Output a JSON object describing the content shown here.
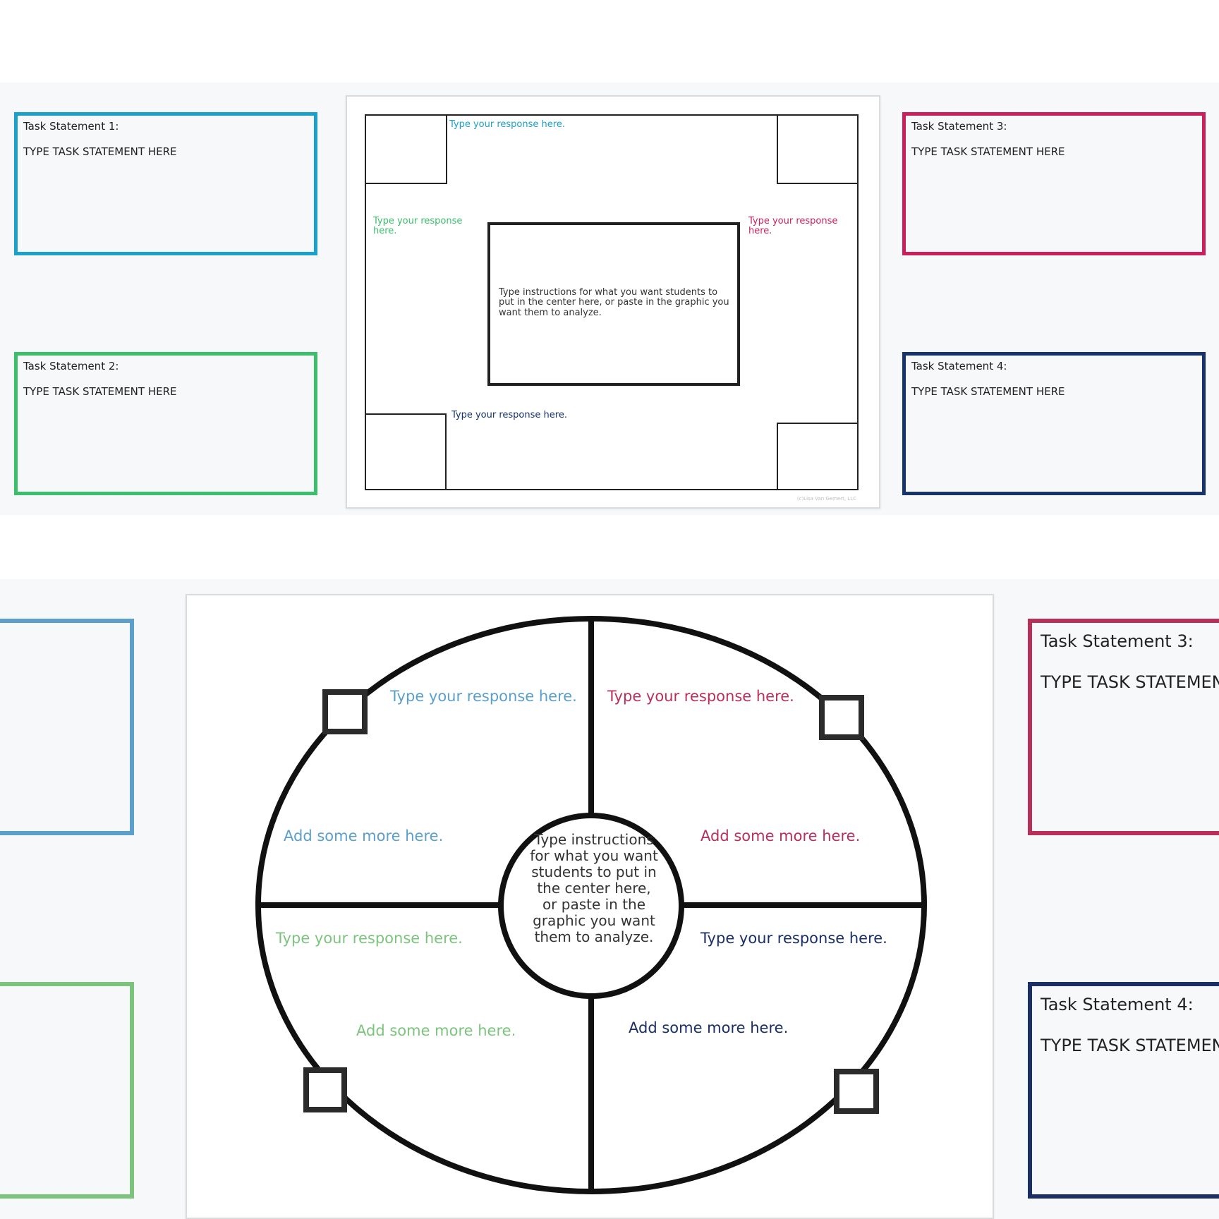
{
  "colors": {
    "blue": "#1aa0c9",
    "green": "#3bbf6a",
    "red": "#cc1f5a",
    "navy": "#16336b",
    "blue_soft": "#5b9fcb",
    "green_soft": "#7cc47e",
    "red_soft": "#b8305a",
    "navy_soft": "#1a2f66"
  },
  "top": {
    "tasks": [
      {
        "title": "Task Statement 1:",
        "body": "TYPE TASK STATEMENT HERE"
      },
      {
        "title": "Task Statement 2:",
        "body": "TYPE TASK STATEMENT HERE"
      },
      {
        "title": "Task Statement 3:",
        "body": "TYPE TASK STATEMENT HERE"
      },
      {
        "title": "Task Statement 4:",
        "body": "TYPE TASK STATEMENT HERE"
      }
    ],
    "worksheet": {
      "response_top": "Type your response here.",
      "response_left": "Type your response here.",
      "response_right": "Type your response here.",
      "response_bottom": "Type your response here.",
      "center_text": "Type instructions for what you want students to put in the center here, or paste in the graphic you want them to analyze.",
      "copyright": "(c)Lisa Van Gemert, LLC"
    }
  },
  "bottom": {
    "tasks": [
      {
        "title": "Task Statement 3:",
        "body": "TYPE TASK STATEMENT HERE"
      },
      {
        "title": "Task Statement 4:",
        "body": "TYPE TASK STATEMENT HERE"
      }
    ],
    "worksheet": {
      "q1_response": "Type your response here.",
      "q1_more": "Add some more here.",
      "q2_response": "Type your response here.",
      "q2_more": "Add some more here.",
      "q3_response": "Type your response here.",
      "q3_more": "Add some more here.",
      "q4_response": "Type your response here.",
      "q4_more": "Add some more here.",
      "center_text": "Type instructions for what you want students to put in the center here, or paste in the graphic you want them to analyze."
    }
  }
}
